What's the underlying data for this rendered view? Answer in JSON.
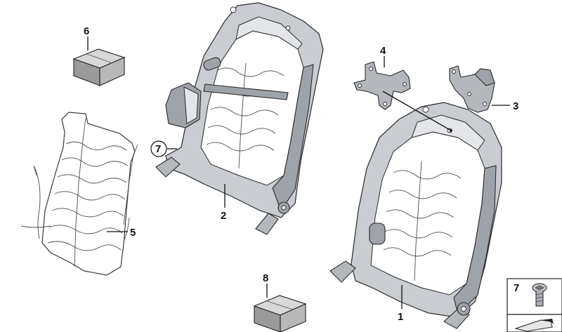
{
  "callouts": {
    "c1": "1",
    "c2": "2",
    "c3": "3",
    "c4": "4",
    "c5": "5",
    "c6": "6",
    "c7_circled": "7",
    "c8": "8"
  },
  "legend_panel": {
    "number": "7"
  },
  "colors": {
    "frame": "#c9ccd0",
    "frame_shadow": "#9ea3a9",
    "box": "#b8b8b8",
    "lines": "#111111"
  },
  "icons": [
    "screw-icon",
    "arrow-icon"
  ]
}
